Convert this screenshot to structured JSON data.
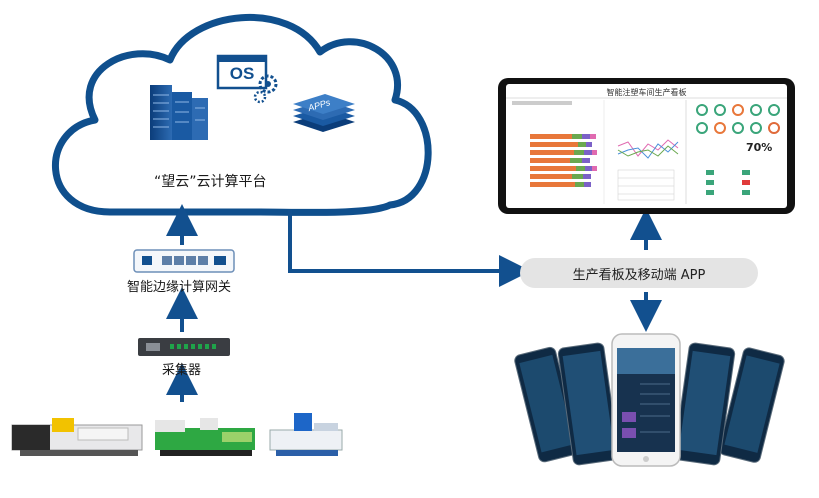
{
  "cloud": {
    "label": "“望云”云计算平台",
    "os_icon_text": "OS",
    "apps_icon_text": "APPs"
  },
  "gateway": {
    "label": "智能边缘计算网关"
  },
  "collector": {
    "label": "采集器"
  },
  "app_pill": {
    "label": "生产看板及移动端 APP"
  },
  "dashboard": {
    "title": "智能注塑车间生产看板",
    "percent": "70%"
  },
  "colors": {
    "arrow": "#12508f",
    "cloud_stroke": "#0f4f8d",
    "pill": "#e4e4e4"
  }
}
